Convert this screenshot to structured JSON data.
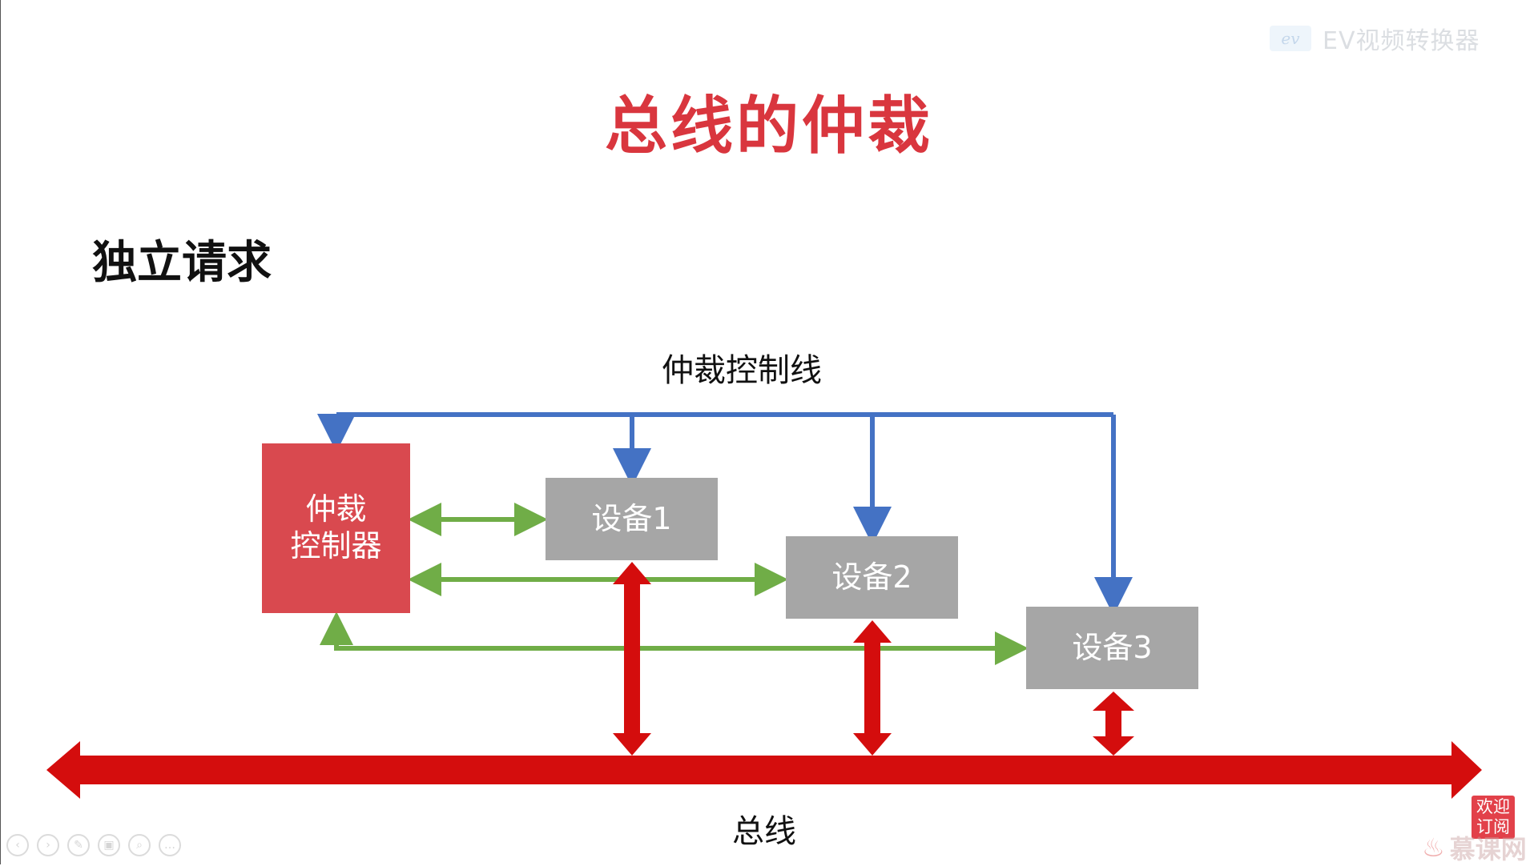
{
  "slide": {
    "title": "总线的仲裁",
    "subtitle": "独立请求"
  },
  "diagram": {
    "control_line_label": "仲裁控制线",
    "bus_label": "总线",
    "arbiter": {
      "line1": "仲裁",
      "line2": "控制器"
    },
    "devices": [
      "设备1",
      "设备2",
      "设备3"
    ],
    "colors": {
      "title": "#d9363e",
      "arbiter": "#d9494f",
      "device": "#a6a6a6",
      "control_line": "#4472c4",
      "request_line": "#70ad47",
      "bus": "#d40d0d"
    }
  },
  "watermark": {
    "logo": "ev",
    "text": "EV视频转换器"
  },
  "branding": {
    "stamp_line1": "欢迎",
    "stamp_line2": "订阅",
    "site": "慕课网"
  },
  "player_toolbar": [
    "prev-icon",
    "next-icon",
    "pen-icon",
    "copy-icon",
    "zoom-icon",
    "more-icon"
  ]
}
